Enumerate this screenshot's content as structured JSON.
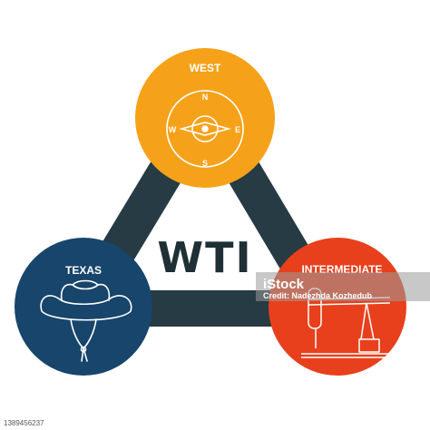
{
  "title": "WTI",
  "nodes": {
    "top": {
      "label": "WEST",
      "color": "#f5a21a",
      "icon": "compass-icon"
    },
    "left": {
      "label": "TEXAS",
      "color": "#17456b",
      "icon": "cowboy-hat-icon"
    },
    "right": {
      "label": "INTERMEDIATE",
      "color": "#e8401c",
      "icon": "oil-pump-jack-icon"
    }
  },
  "compass": {
    "n": "N",
    "e": "E",
    "s": "S",
    "w": "W"
  },
  "connector_color": "#263b43",
  "watermark": {
    "brand": "iStock",
    "credit": "Credit: Nadezhda Kozhedub"
  },
  "stock_id": "1389456237"
}
